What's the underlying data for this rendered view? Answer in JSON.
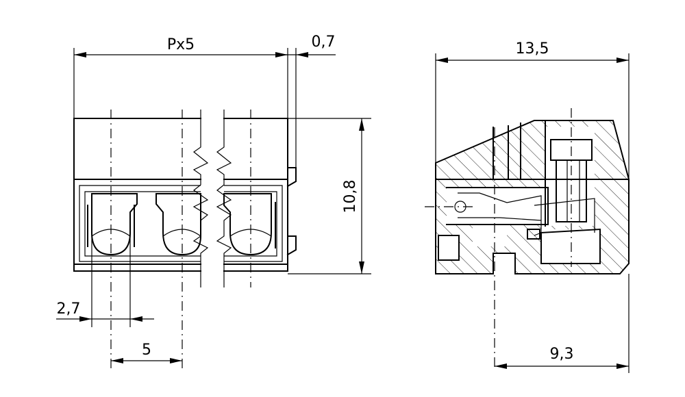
{
  "dimensions": {
    "pitch_width": "Px5",
    "offset": "0,7",
    "height": "10,8",
    "hole_diameter": "2,7",
    "pitch": "5",
    "total_depth": "13,5",
    "pin_offset": "9,3"
  },
  "colors": {
    "line": "#000000",
    "background": "#ffffff"
  }
}
